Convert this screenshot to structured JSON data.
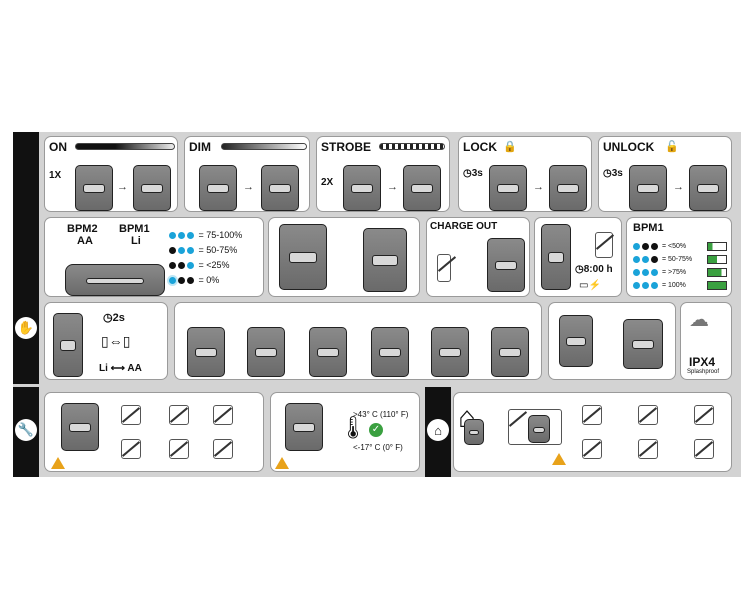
{
  "row1": {
    "on": {
      "title": "ON",
      "count": "1X"
    },
    "dim": {
      "title": "DIM"
    },
    "strobe": {
      "title": "STROBE",
      "count": "2X"
    },
    "lock": {
      "title": "LOCK",
      "time": "3s"
    },
    "unlock": {
      "title": "UNLOCK",
      "time": "3s"
    }
  },
  "row2": {
    "pack_left": {
      "name": "BPM2",
      "type": "AA"
    },
    "pack_right": {
      "name": "BPM1",
      "type": "Li"
    },
    "battery_levels": [
      "= 75-100%",
      "= 50-75%",
      "= <25%",
      "= 0%"
    ],
    "charge_out": {
      "title": "CHARGE OUT"
    },
    "charge_time": "8:00 h",
    "bpm1_charge": {
      "title": "BPM1",
      "levels": [
        "= <50%",
        "= 50-75%",
        "= >75%",
        "= 100%"
      ]
    }
  },
  "row3": {
    "swap_time": "2s",
    "swap_label": "Li ⟷ AA",
    "ipx": {
      "rating": "IPX4",
      "sub": "Splashproof"
    }
  },
  "row4": {
    "temp_high": ">43° C (110° F)",
    "temp_low": "<-17° C (0° F)"
  },
  "icons": [
    "hand-icon",
    "wrench-icon",
    "house-icon",
    "lock-icon",
    "unlock-icon",
    "warning-icon",
    "check-icon",
    "clock-icon",
    "thermometer-icon"
  ],
  "colors": {
    "dot_blue": "#1aa3d9",
    "dot_black": "#111111",
    "warning": "#e8a21a",
    "check_green": "#3aa040",
    "battery_green": "#3aa040"
  }
}
